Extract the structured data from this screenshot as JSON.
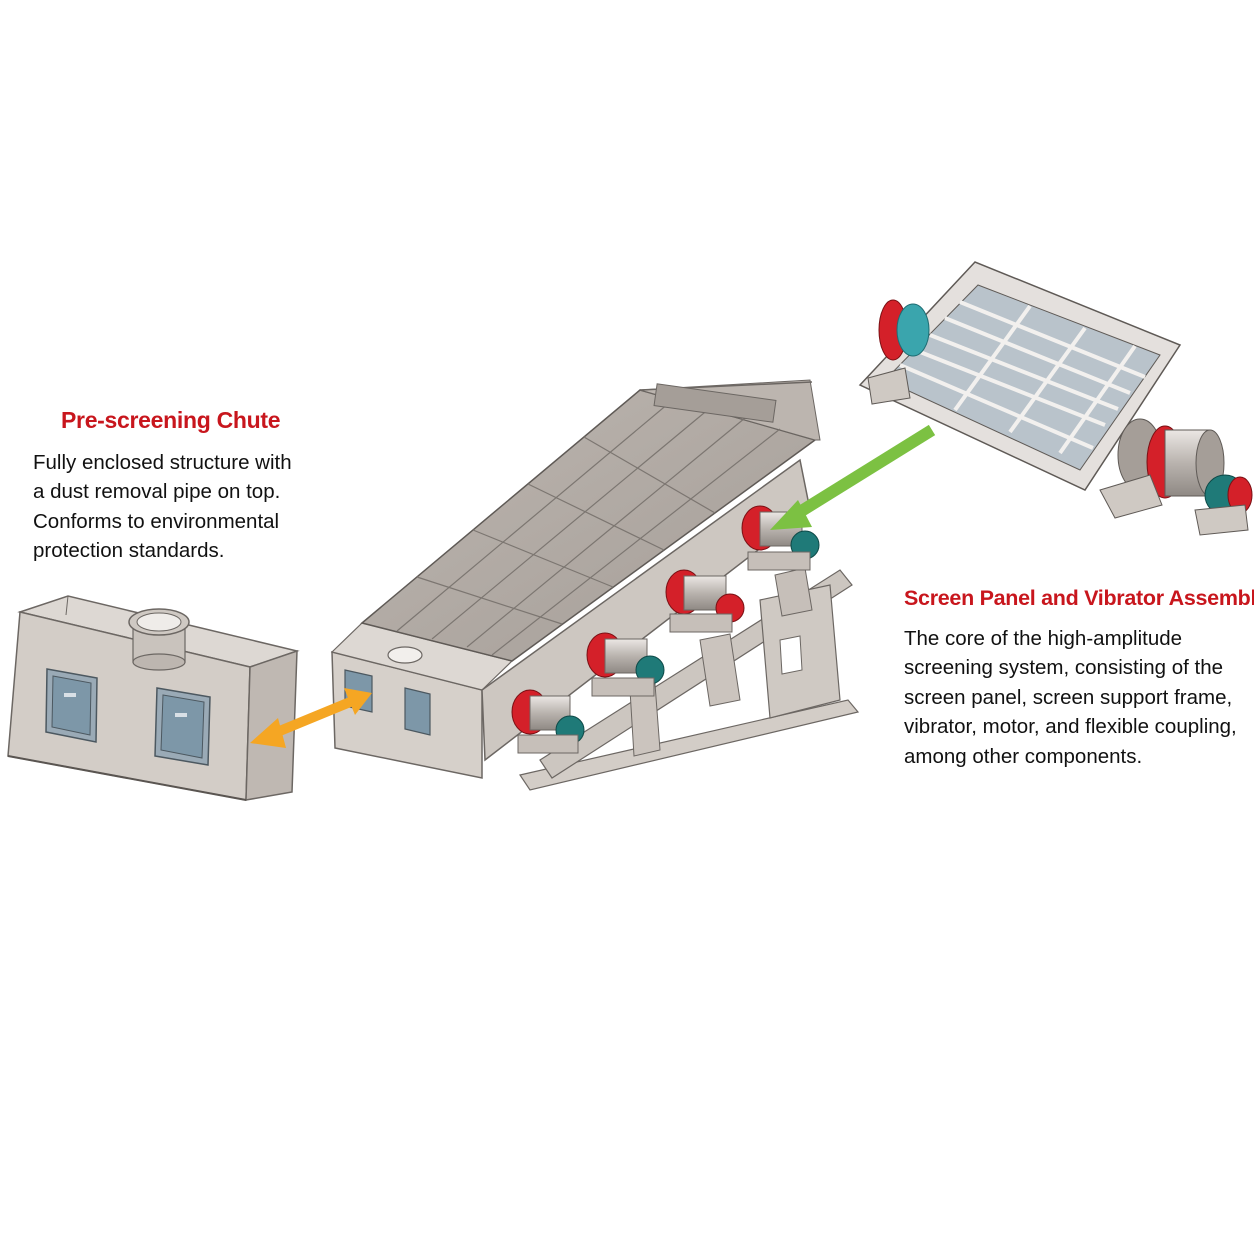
{
  "callouts": {
    "chute": {
      "title": "Pre-screening Chute",
      "lines": [
        "Fully enclosed structure with",
        "a dust removal pipe on top.",
        "Conforms to environmental",
        "protection standards."
      ]
    },
    "screen": {
      "title": "Screen Panel and Vibrator Assembly",
      "lines": [
        "The core of the high-amplitude",
        "screening system, consisting of the",
        "screen panel, screen support frame,",
        "vibrator, motor, and flexible coupling,",
        "among other components."
      ]
    }
  },
  "colors": {
    "title_red": "#c8161d",
    "arrow_orange": "#f5a623",
    "arrow_green": "#7cc142",
    "steel": "#c2bbb5",
    "vibrator_red": "#d42029",
    "motor_teal": "#1f7a78",
    "inspection_door": "#7d97a8"
  }
}
